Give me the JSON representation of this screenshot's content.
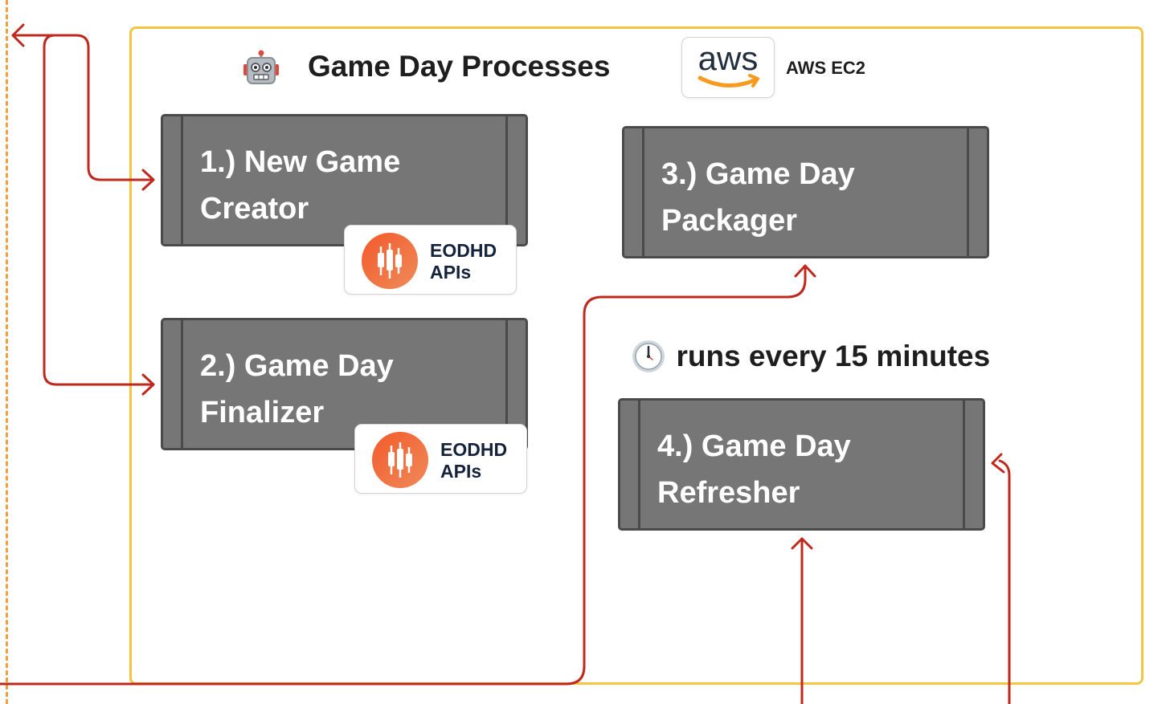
{
  "header": {
    "title": "Game Day Processes",
    "icon": "robot-icon"
  },
  "aws": {
    "logo_text": "aws",
    "label": "AWS EC2"
  },
  "processes": [
    {
      "line1": "1.) New Game",
      "line2": "Creator"
    },
    {
      "line1": "2.) Game Day",
      "line2": "Finalizer"
    },
    {
      "line1": "3.) Game Day",
      "line2": "Packager"
    },
    {
      "line1": "4.) Game Day",
      "line2": "Refresher"
    }
  ],
  "badges": [
    {
      "line1": "EODHD",
      "line2": "APIs"
    },
    {
      "line1": "EODHD",
      "line2": "APIs"
    }
  ],
  "schedule": {
    "icon": "clock-icon",
    "text": "runs every 15 minutes"
  },
  "colors": {
    "frame": "#f5c542",
    "dashed_line": "#f0a044",
    "arrow": "#c0281e",
    "process_fill": "#767676",
    "process_border": "#4a4a4a",
    "eodhd_orange": "#ee6a3a",
    "aws_orange": "#f79a1e"
  }
}
